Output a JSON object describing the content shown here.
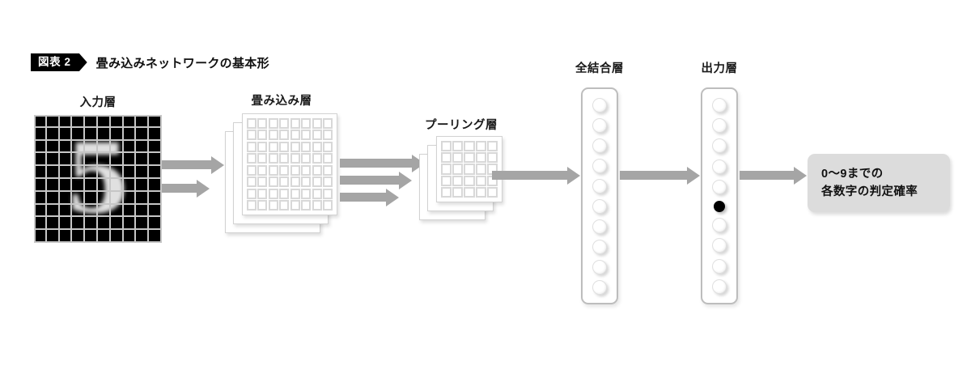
{
  "figure": {
    "tag_label": "図表 2",
    "title": "畳み込みネットワークの基本形",
    "background_color": "#ffffff",
    "accent_color": "#a5a5a5",
    "tag_color": "#000000"
  },
  "layers": {
    "input": {
      "label": "入力層",
      "digit": "5",
      "grid_rows": 10,
      "grid_cols": 10,
      "cell_color": "#000000",
      "line_color": "#c6c6c6"
    },
    "conv": {
      "label": "畳み込み層",
      "sheets": 3,
      "grid_rows": 8,
      "grid_cols": 8
    },
    "pool": {
      "label": "プーリング層",
      "sheets": 3,
      "grid_rows": 5,
      "grid_cols": 5
    },
    "fully_connected": {
      "label": "全結合層",
      "neuron_count": 10,
      "active_index": null
    },
    "output": {
      "label": "出力層",
      "neuron_count": 10,
      "active_index": 5,
      "active_color": "#000000"
    }
  },
  "result": {
    "line1": "0〜9までの",
    "line2": "各数字の判定確率",
    "background_color": "#dcdcdc"
  },
  "arrows": {
    "input_to_conv_count": 2,
    "conv_to_pool_count": 3,
    "pool_to_fc_count": 1,
    "fc_to_output_count": 1,
    "output_to_result_count": 1,
    "color": "#a5a5a5"
  }
}
